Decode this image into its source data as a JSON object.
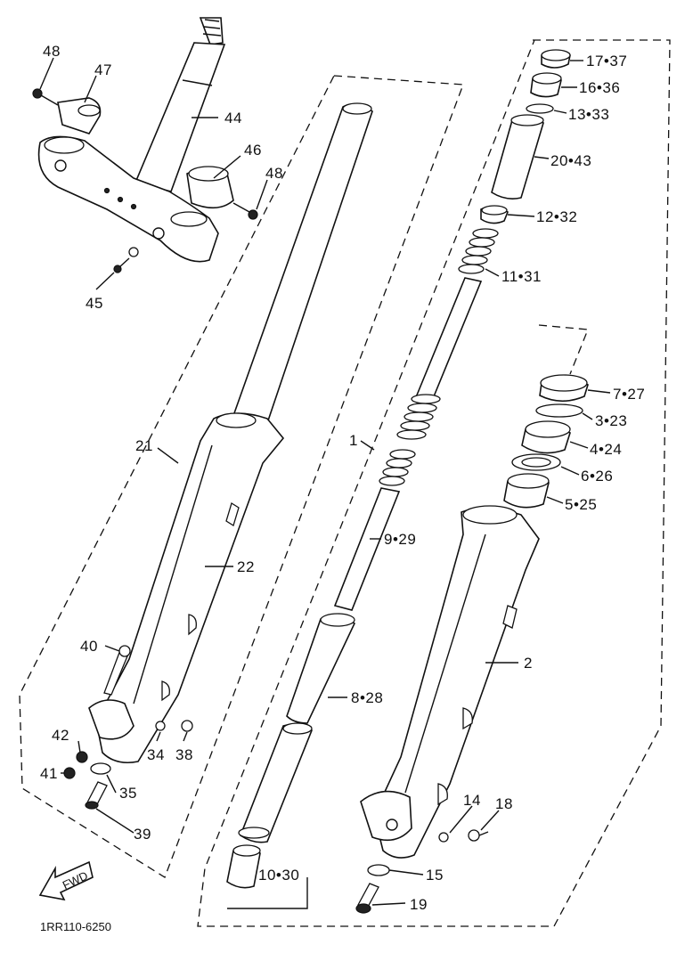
{
  "diagram": {
    "code": "1RR110-6250",
    "fwd_label": "FWD",
    "callouts": {
      "c48a": "48",
      "c47": "47",
      "c44": "44",
      "c46": "46",
      "c48b": "48",
      "c45": "45",
      "c17": "17•37",
      "c16": "16•36",
      "c13": "13•33",
      "c20": "20•43",
      "c12": "12•32",
      "c11": "11•31",
      "c7": "7•27",
      "c3": "3•23",
      "c4": "4•24",
      "c6": "6•26",
      "c5": "5•25",
      "c21": "21",
      "c1": "1",
      "c22": "22",
      "c9": "9•29",
      "c2": "2",
      "c40": "40",
      "c8": "8•28",
      "c42": "42",
      "c34": "34",
      "c38": "38",
      "c41": "41",
      "c35": "35",
      "c39": "39",
      "c14": "14",
      "c18": "18",
      "c15": "15",
      "c10": "10•30",
      "c19": "19"
    }
  }
}
